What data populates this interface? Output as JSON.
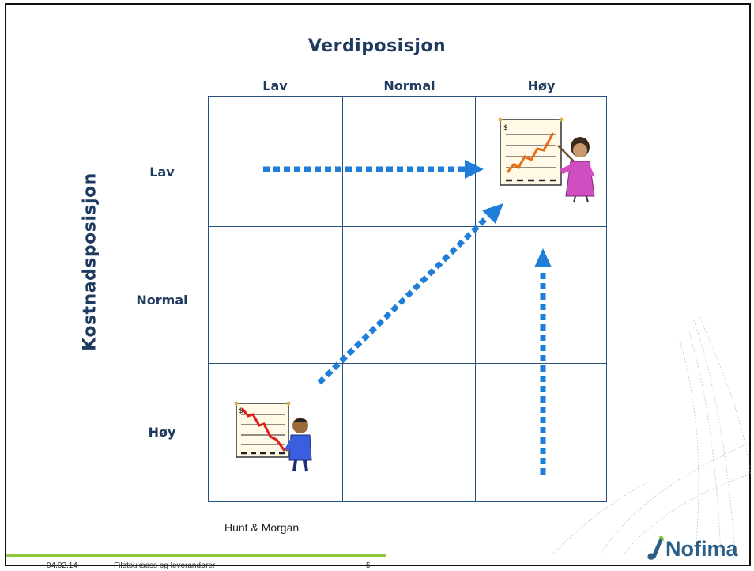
{
  "slide": {
    "top_title": "Verdiposisjon",
    "side_title": "Kostnadsposisjon",
    "columns": [
      "Lav",
      "Normal",
      "Høy"
    ],
    "rows": [
      "Lav",
      "Normal",
      "Høy"
    ],
    "credit": "Hunt & Morgan"
  },
  "footer": {
    "date": "04.02.14",
    "title": "Filetsuksess og leverandører",
    "page": "5"
  },
  "logo": {
    "text": "Nofima"
  },
  "colors": {
    "arrow": "#1f7fd8",
    "text": "#1f3a5f",
    "grid": "#2a4f7f",
    "footer_bar": "#8dc63f"
  },
  "icons": [
    "presenter-rising-chart-icon",
    "presenter-falling-chart-icon",
    "nofima-swoosh-icon"
  ]
}
